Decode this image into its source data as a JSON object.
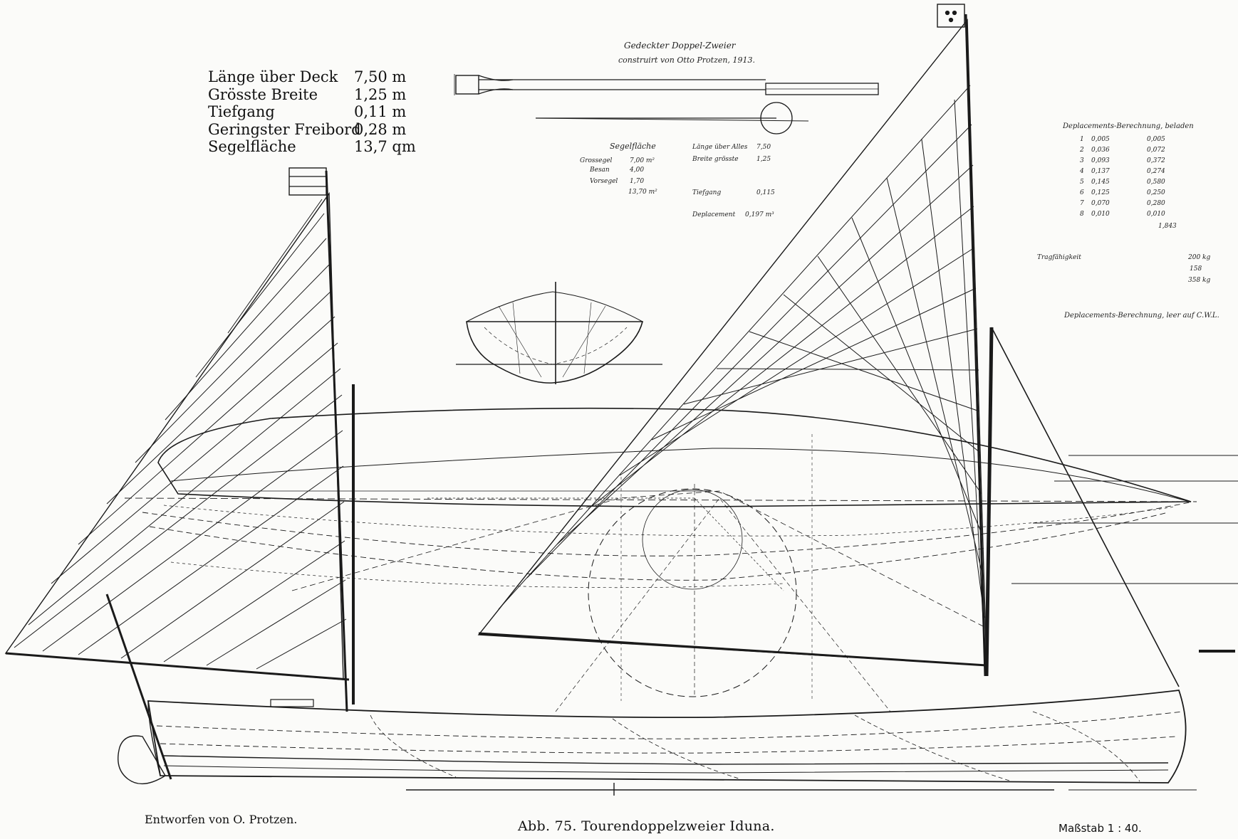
{
  "specs": [
    {
      "label": "Länge über Deck",
      "value": "7,50 m"
    },
    {
      "label": "Grösste Breite",
      "value": "1,25 m"
    },
    {
      "label": "Tiefgang",
      "value": "0,11 m"
    },
    {
      "label": "Geringster Freibord",
      "value": "0,28 m"
    },
    {
      "label": "Segelfläche",
      "value": "13,7 qm"
    }
  ],
  "captions": {
    "designer": "Entworfen von O. Protzen.",
    "figure": "Abb. 75.   Tourendoppelzweier Iduna.",
    "scale": "Maßstab 1 : 40."
  },
  "tables": {
    "sail_area": {
      "title": "Segelfläche",
      "rows": [
        {
          "label": "Grossegel",
          "value": "7,00 m²"
        },
        {
          "label": "Besan",
          "value": "4,00"
        },
        {
          "label": "Vorsegel",
          "value": "1,70"
        }
      ],
      "total": "13,70 m²"
    },
    "main_data": {
      "rows": [
        {
          "label": "Länge über Alles",
          "value": "7,50"
        },
        {
          "label": "Breite grösste",
          "value": "1,25"
        },
        {
          "label": "Tiefgang",
          "value": "0,115"
        },
        {
          "label": "Deplacement",
          "value": "0,197 m³"
        }
      ]
    },
    "displacement_loaded": {
      "title": "Deplacements-Berechnung, beladen",
      "rows": [
        {
          "station": "1",
          "area": "0,005",
          "sum": "0,005"
        },
        {
          "station": "2",
          "area": "0,036",
          "sum": "0,072"
        },
        {
          "station": "3",
          "area": "0,093",
          "sum": "0,372"
        },
        {
          "station": "4",
          "area": "0,137",
          "sum": "0,274"
        },
        {
          "station": "5",
          "area": "0,145",
          "sum": "0,580"
        },
        {
          "station": "6",
          "area": "0,125",
          "sum": "0,250"
        },
        {
          "station": "7",
          "area": "0,070",
          "sum": "0,280"
        },
        {
          "station": "8",
          "area": "0,010",
          "sum": "0,010"
        }
      ],
      "total": "1,843"
    },
    "load_capacity": {
      "rows": [
        {
          "label": "Tragfähigkeit",
          "value": "200 kg"
        },
        {
          "label": "",
          "value": "158"
        },
        {
          "label": "",
          "value": "358 kg"
        }
      ]
    },
    "displacement_empty": {
      "title": "Deplacements-Berechnung, leer auf C.W.L."
    }
  },
  "drawing": {
    "title": "Gedeckter Doppel-Zweier",
    "subtitle": "construirt von Otto Protzen, 1913."
  }
}
